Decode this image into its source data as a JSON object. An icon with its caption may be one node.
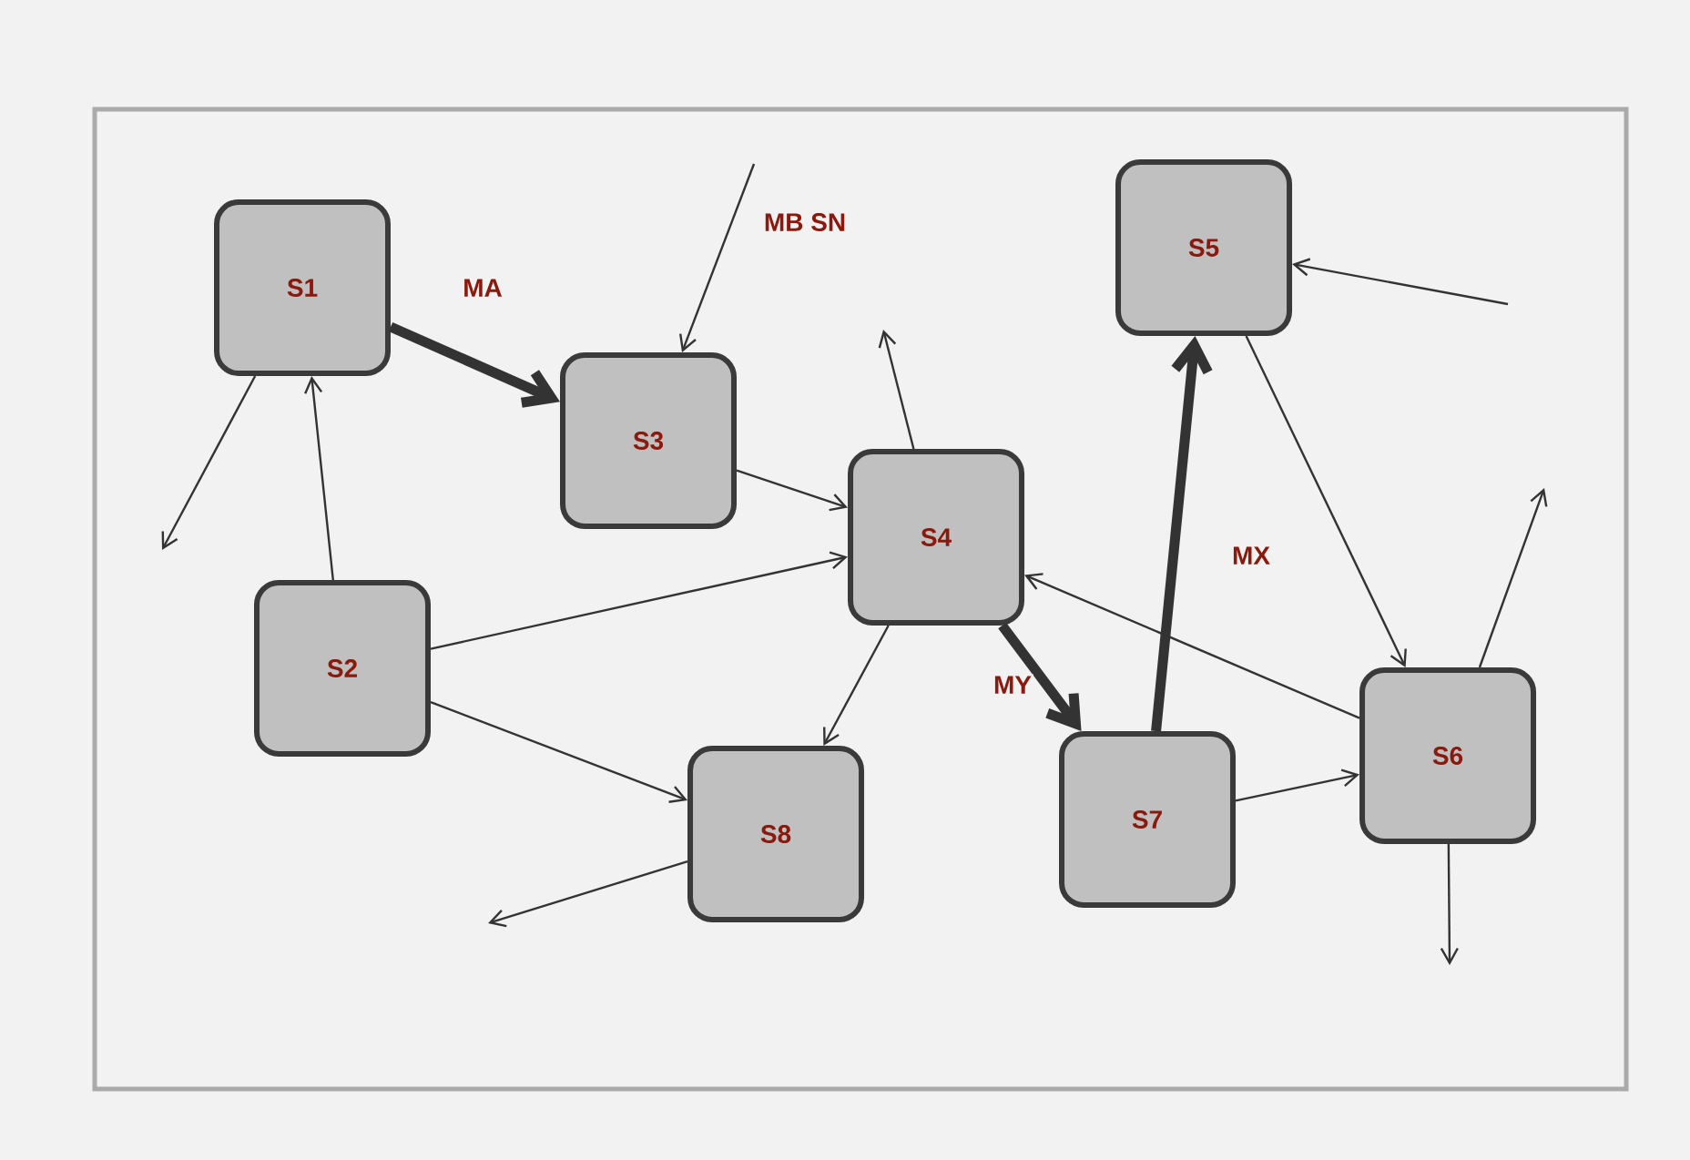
{
  "diagram": {
    "nodes": [
      {
        "text": [
          "S1"
        ]
      },
      {
        "text": [
          "S2"
        ]
      },
      {
        "text": [
          "S3"
        ]
      },
      {
        "text": [
          "S4"
        ]
      },
      {
        "text": [
          "S5"
        ]
      },
      {
        "text": [
          "S6"
        ]
      },
      {
        "text": [
          "S7"
        ]
      },
      {
        "text": [
          "S8"
        ]
      }
    ],
    "edges": [
      {
        "from": 0,
        "to": 2,
        "arrow": "to",
        "style": "thick",
        "label": "MA"
      },
      {
        "from": null,
        "to": 2,
        "arrow": "to",
        "label": "MB SN"
      },
      {
        "from": 0,
        "to": null,
        "arrow": "to"
      },
      {
        "from": 1,
        "to": 0,
        "arrow": "to"
      },
      {
        "from": 2,
        "to": 3,
        "arrow": "to"
      },
      {
        "from": 1,
        "to": 3,
        "arrow": "to"
      },
      {
        "from": 1,
        "to": 7,
        "arrow": "to"
      },
      {
        "from": 3,
        "to": 7,
        "arrow": "to"
      },
      {
        "from": 3,
        "to": null,
        "arrow": "to"
      },
      {
        "from": 3,
        "to": 6,
        "arrow": "to",
        "style": "thick",
        "label": "MY"
      },
      {
        "from": 6,
        "to": 4,
        "arrow": "to",
        "style": "thick",
        "label": "MX"
      },
      {
        "from": 4,
        "to": 5,
        "arrow": "to"
      },
      {
        "from": 5,
        "to": 3,
        "arrow": "to"
      },
      {
        "from": 6,
        "to": 5,
        "arrow": "to"
      },
      {
        "from": null,
        "to": 4,
        "arrow": "to"
      },
      {
        "from": 5,
        "to": null,
        "arrow": "to"
      },
      {
        "from": 5,
        "to": null,
        "arrow": "to"
      },
      {
        "from": 7,
        "to": null,
        "arrow": "to"
      }
    ]
  }
}
